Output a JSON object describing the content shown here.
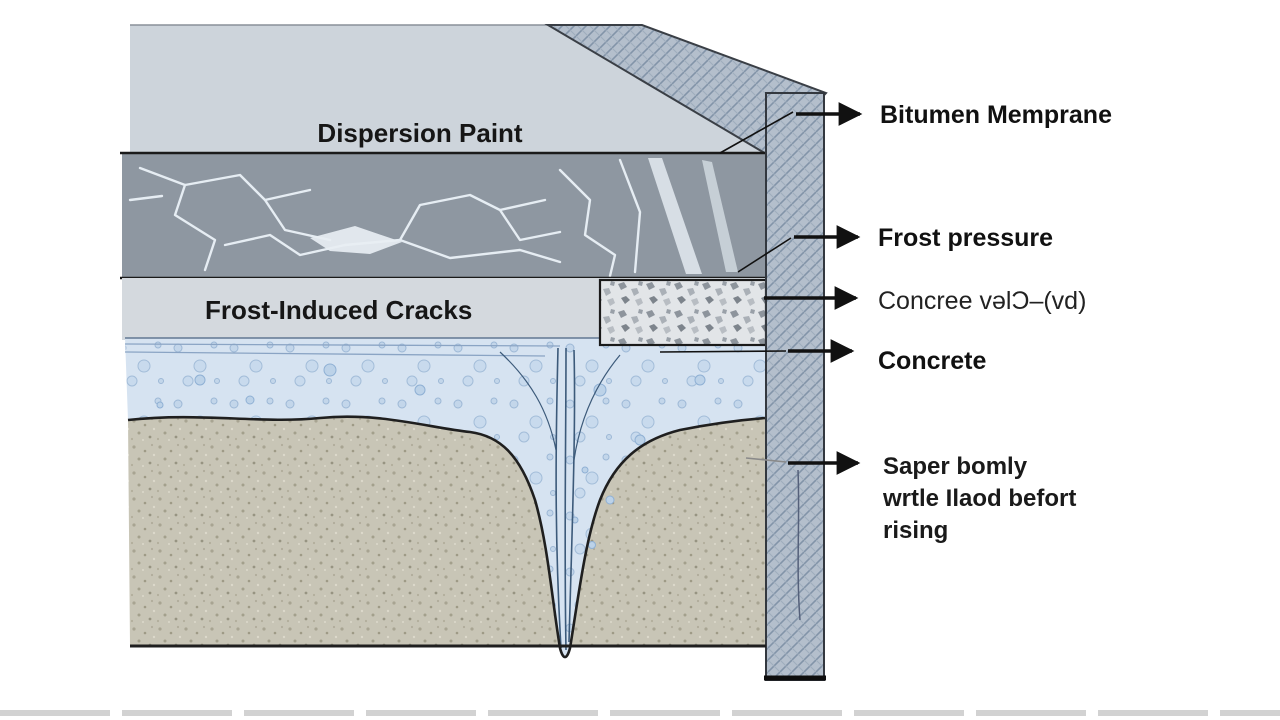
{
  "inner_labels": {
    "dispersion_paint": "Dispersion Paint",
    "frost_induced_cracks": "Frost-Induced Cracks"
  },
  "callouts": {
    "bitumen": "Bitumen Memprane",
    "frost_pressure": "Frost pressure",
    "concree": "Concree vəlϽ–(vd)",
    "concrete": "Concrete",
    "soil_line1": "Saper bomly",
    "soil_line2": "wrtle Ilaod befort",
    "soil_line3": "rising"
  },
  "colors": {
    "top_coating": "#cdd4db",
    "cracked_layer": "#8e97a1",
    "frost_band": "#d4d9de",
    "water": "#d6e3f1",
    "soil": "#c8c5b6",
    "wall_hatch": "#b4bfcc",
    "crack": "#e6edf3",
    "line": "#1a1a1a"
  }
}
